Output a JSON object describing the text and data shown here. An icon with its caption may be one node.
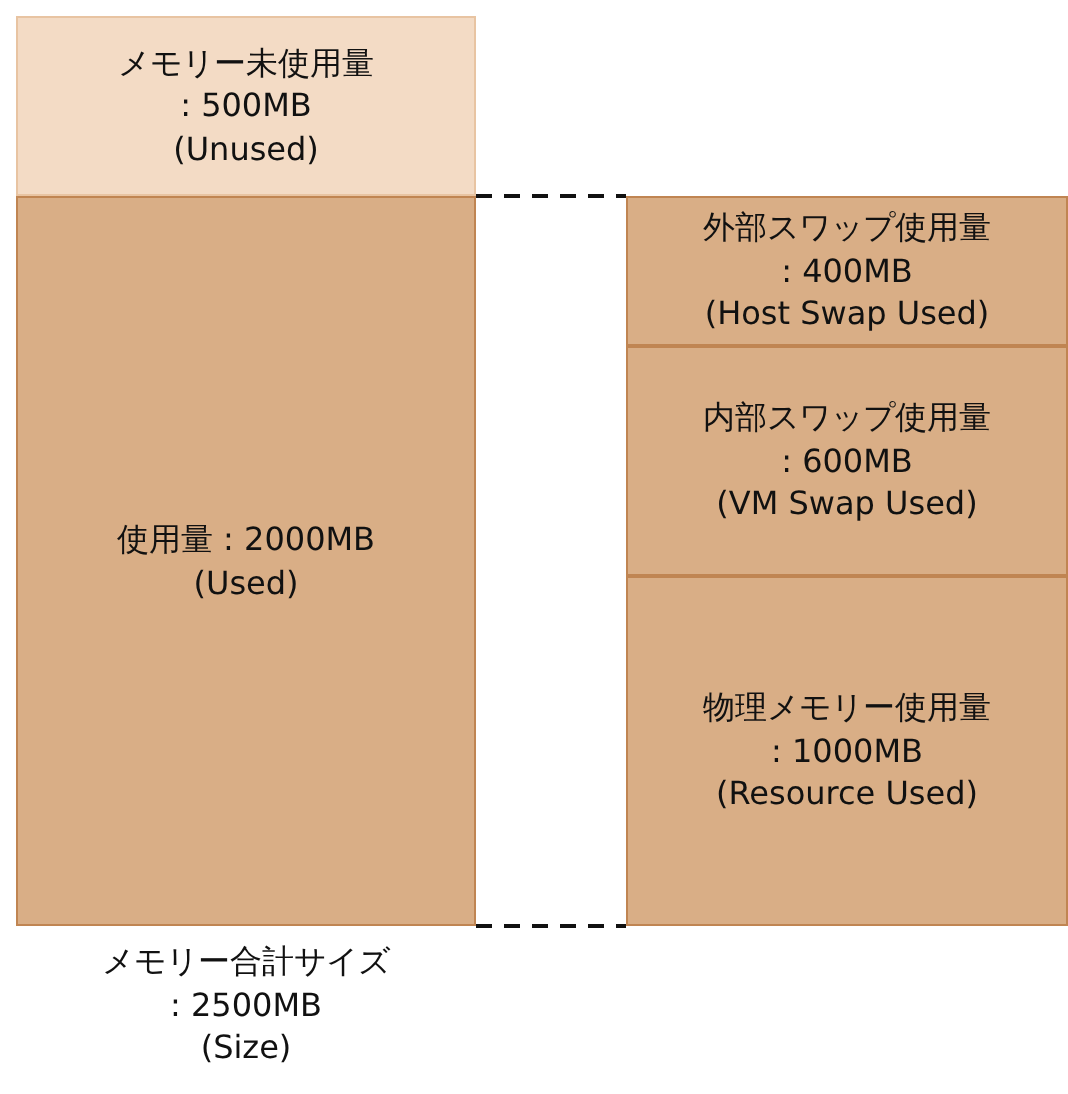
{
  "diagram": {
    "nodes": [
      {
        "text": [
          "メモリー未使用量",
          ": 500MB",
          "(Unused)"
        ]
      },
      {
        "text": [
          "使用量 : 2000MB",
          "(Used)"
        ]
      },
      {
        "text": [
          "外部スワップ使用量",
          ": 400MB",
          "(Host Swap Used)"
        ]
      },
      {
        "text": [
          "内部スワップ使用量",
          ": 600MB",
          "(VM Swap Used)"
        ]
      },
      {
        "text": [
          "物理メモリー使用量",
          ": 1000MB",
          "(Resource Used)"
        ]
      }
    ],
    "edges": [
      {
        "from": 1,
        "to": 2,
        "arrow": "none",
        "style": "dashed"
      },
      {
        "from": 1,
        "to": 4,
        "arrow": "none",
        "style": "dashed"
      }
    ],
    "labels": [
      "メモリー合計サイズ",
      ": 2500MB",
      "(Size)"
    ]
  }
}
